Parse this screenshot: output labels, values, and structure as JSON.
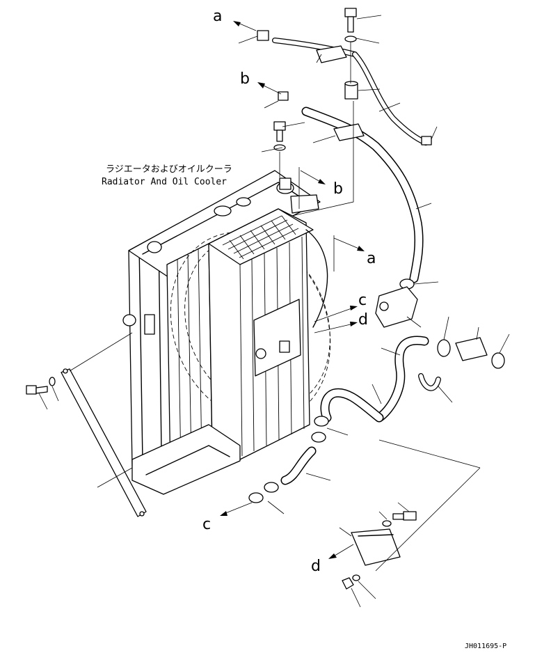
{
  "labels": {
    "component_jp": "ラジエータおよびオイルクーラ",
    "component_en": "Radiator And Oil Cooler",
    "drawing_code": "JH011695-P"
  },
  "connection_letters": {
    "a_top": "a",
    "a_mid": "a",
    "b_top": "b",
    "b_mid": "b",
    "c_mid": "c",
    "c_bottom": "c",
    "d_mid": "d",
    "d_bottom": "d"
  }
}
